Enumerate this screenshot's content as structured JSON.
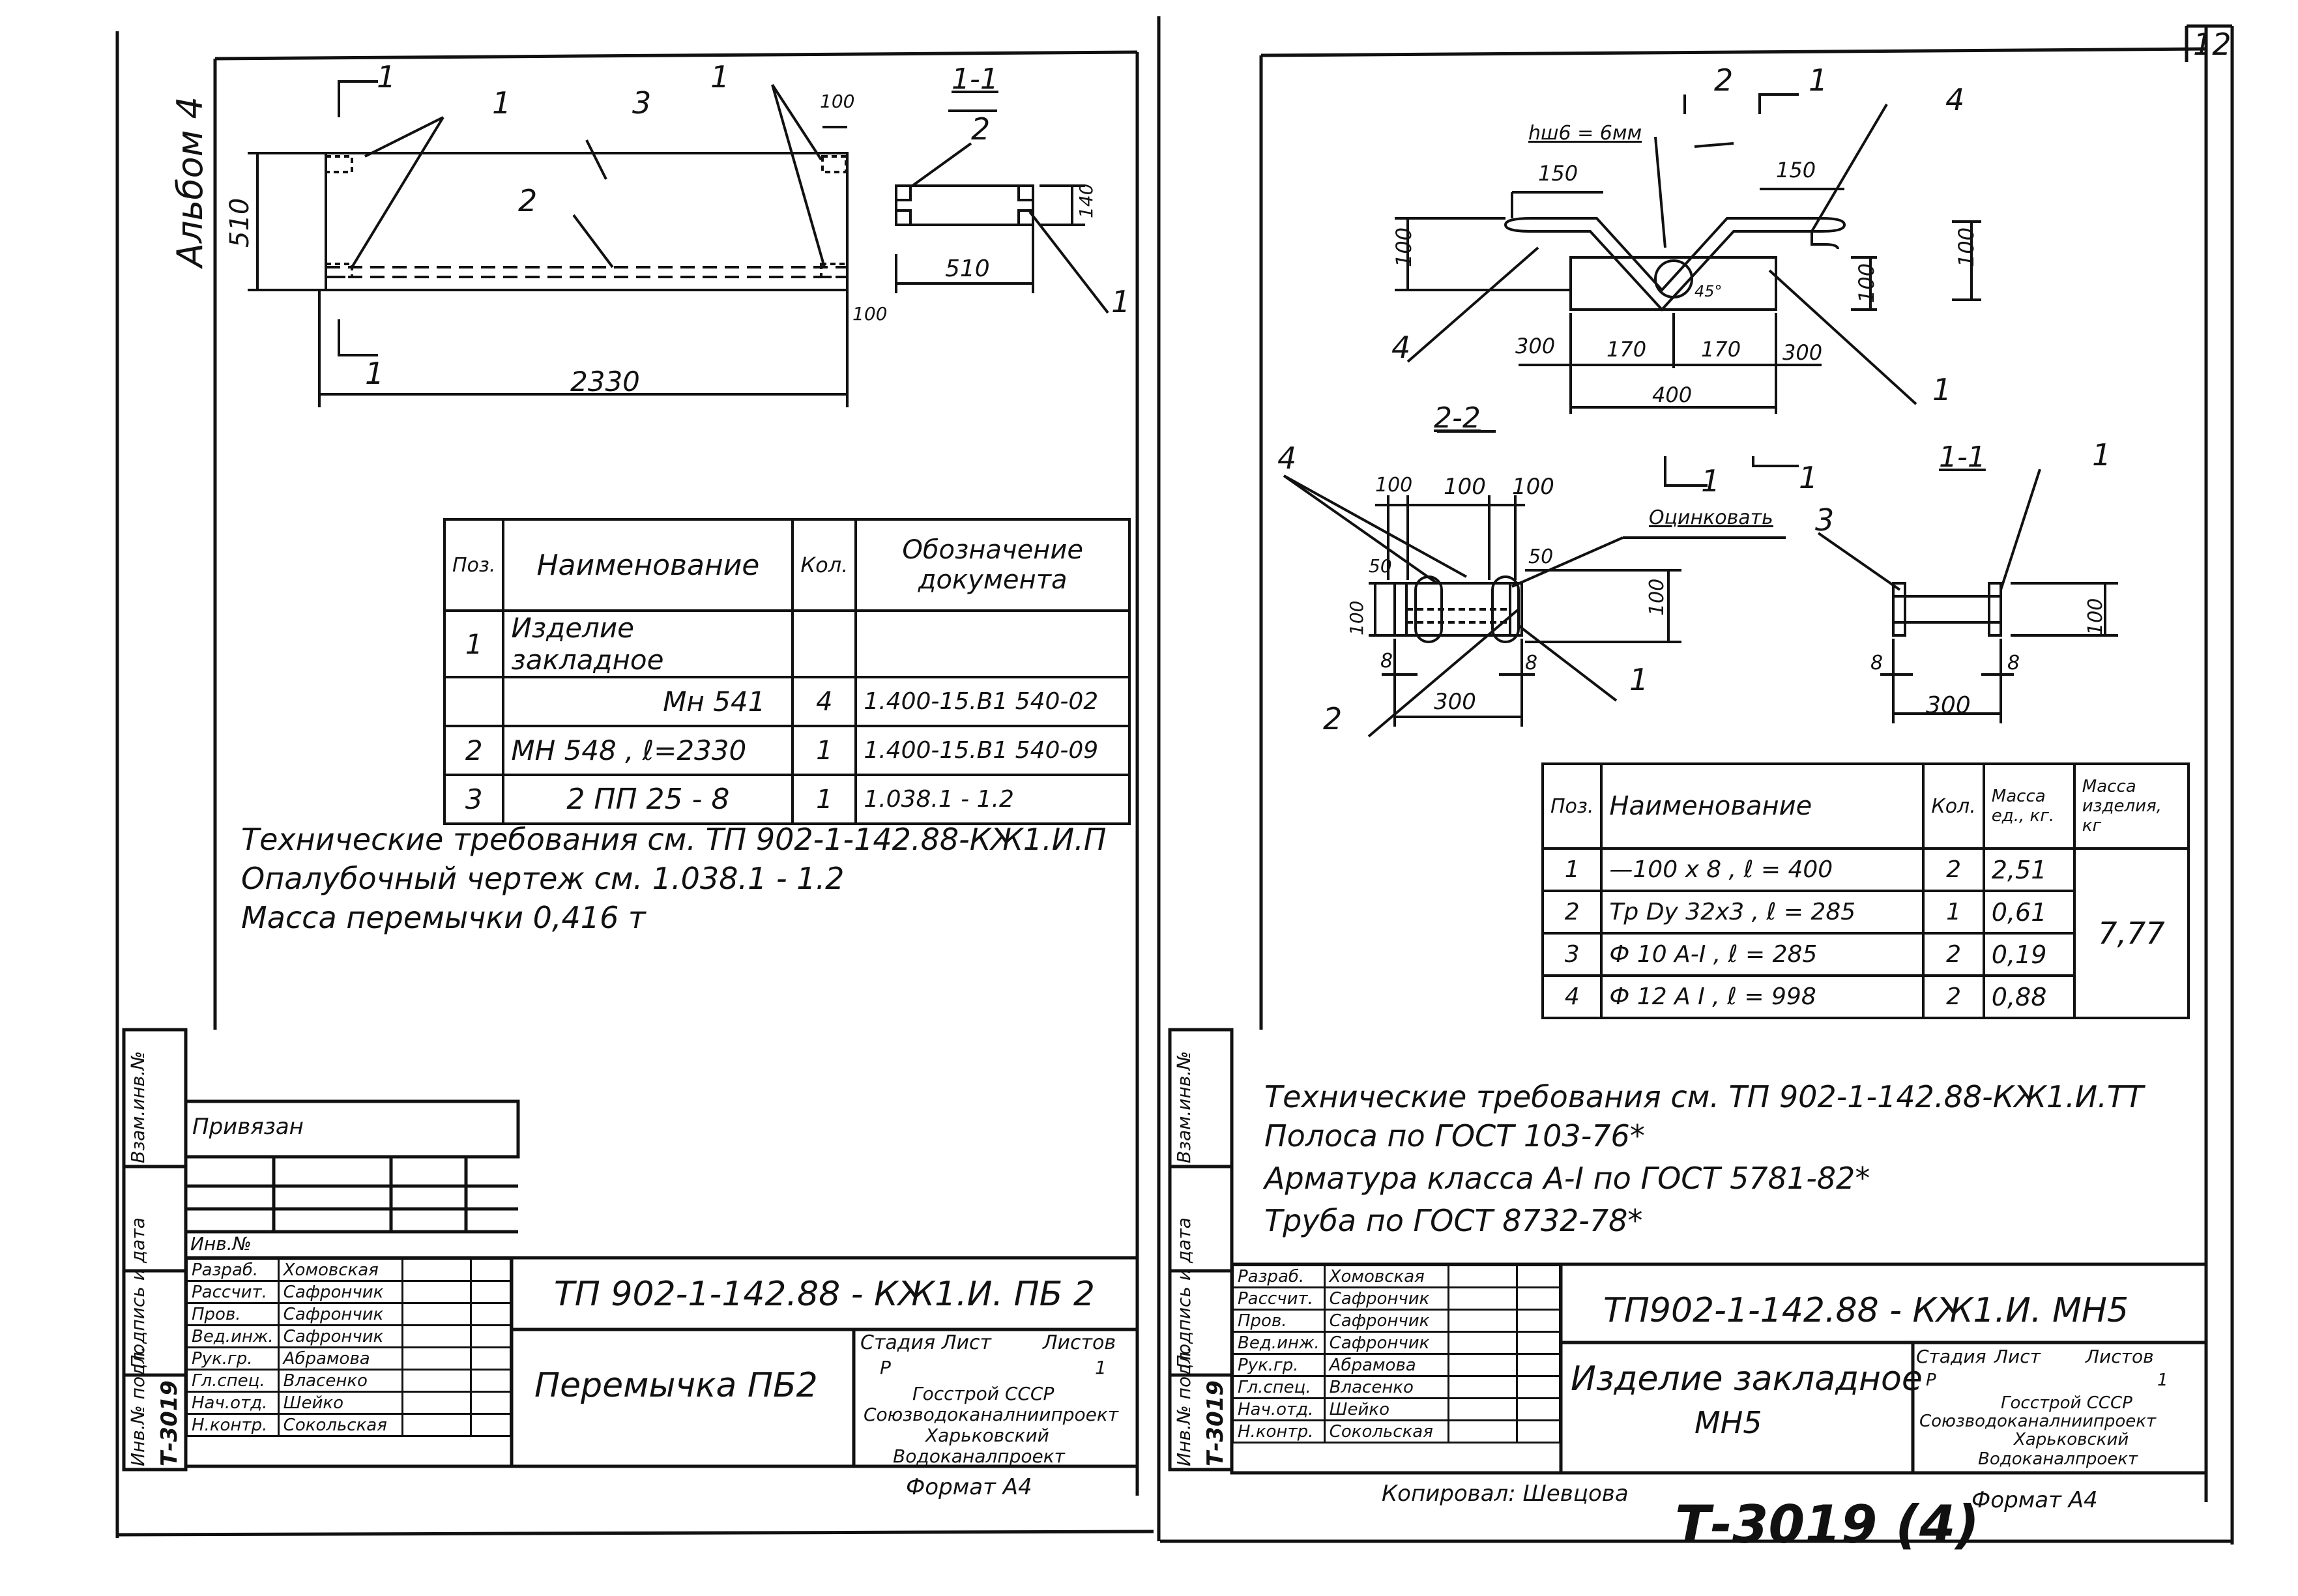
{
  "page_number": "12",
  "left": {
    "album": "Альбом 4",
    "labels": {
      "cut1a": "1",
      "cut1b": "1",
      "pos1a": "1",
      "pos1b": "1",
      "pos3": "3",
      "pos2": "2",
      "d510": "510",
      "d2330": "2330",
      "d100a": "100",
      "d100b": "100",
      "section": "1-1",
      "s_pos2": "2",
      "s_pos1": "1",
      "s_140": "140",
      "s_510": "510"
    },
    "spec": {
      "headers": [
        "Поз.",
        "Наименование",
        "Кол.",
        "Обозначение документа"
      ],
      "rows": [
        [
          "1",
          "Изделие закладное",
          "",
          ""
        ],
        [
          "",
          "Мн 541",
          "4",
          "1.400-15.В1 540-02"
        ],
        [
          "2",
          "МН 548 , ℓ=2330",
          "1",
          "1.400-15.В1 540-09"
        ],
        [
          "3",
          "2 ПП 25 - 8",
          "1",
          "1.038.1 - 1.2"
        ]
      ]
    },
    "notes": [
      "Технические требования см. ТП 902-1-142.88-КЖ1.И.П",
      "Опалубочный чертеж см. 1.038.1 - 1.2",
      "Масса перемычки 0,416 т"
    ],
    "privyazan": "Привязан",
    "side_labels": [
      "Взам.инв.№",
      "Подпись и дата",
      "Инв.№ подл.",
      "Т-3019"
    ],
    "inv_no": "Инв.№",
    "staff": [
      [
        "Разраб.",
        "Хомовская"
      ],
      [
        "Рассчит.",
        "Сафрончик"
      ],
      [
        "Пров.",
        "Сафрончик"
      ],
      [
        "Вед.инж.",
        "Сафрончик"
      ],
      [
        "Рук.гр.",
        "Абрамова"
      ],
      [
        "Гл.спец.",
        "Власенко"
      ],
      [
        "Нач.отд.",
        "Шейко"
      ],
      [
        "Н.контр.",
        "Сокольская"
      ]
    ],
    "code": "ТП 902-1-142.88  - КЖ1.И. ПБ 2",
    "title": "Перемычка ПБ2",
    "stage_headers": [
      "Стадия",
      "Лист",
      "Листов"
    ],
    "stage_values": [
      "Р",
      "",
      "1"
    ],
    "org": [
      "Госстрой СССР",
      "Союзводоканалниипроект",
      "Харьковский",
      "Водоканалпроект"
    ],
    "format": "Формат А4"
  },
  "right": {
    "labels": {
      "cut2": "2",
      "cut1": "1",
      "pos4a": "4",
      "pos4b": "4",
      "pos1a": "1",
      "pos1b": "1",
      "pos1c": "1",
      "pos1d": "1",
      "weld": "hш6 = 6мм",
      "d150a": "150",
      "d150b": "150",
      "d100a": "100",
      "d100b": "100",
      "d100c": "100",
      "d300a": "300",
      "d300b": "300",
      "d170a": "170",
      "d170b": "170",
      "d400": "400",
      "angle": "45°",
      "sec22": "2-2",
      "sec11": "1-1",
      "s_100a": "100",
      "s_100b": "100",
      "s_100c": "100",
      "s_50a": "50",
      "s_50b": "50",
      "s_100v": "100",
      "s_100w": "100",
      "s_8a": "8",
      "s_8b": "8",
      "s_300": "300",
      "zinc": "Оцинковать",
      "pos2": "2",
      "pos3": "3",
      "r_100": "100",
      "r_8a": "8",
      "r_8b": "8",
      "r_300": "300"
    },
    "spec": {
      "headers": [
        "Поз.",
        "Наименование",
        "Кол.",
        "Масса ед., кг.",
        "Масса изделия, кг"
      ],
      "rows": [
        [
          "1",
          "—100 x 8 , ℓ = 400",
          "2",
          "2,51"
        ],
        [
          "2",
          "Тр Dy 32x3 , ℓ = 285",
          "1",
          "0,61"
        ],
        [
          "3",
          "Ф 10 А-I , ℓ = 285",
          "2",
          "0,19"
        ],
        [
          "4",
          "Ф 12 А I , ℓ = 998",
          "2",
          "0,88"
        ]
      ],
      "total": "7,77"
    },
    "notes": [
      "Технические требования см. ТП 902-1-142.88-КЖ1.И.ТТ",
      "Полоса по ГОСТ 103-76*",
      "Арматура класса А-I по ГОСТ 5781-82*",
      "Труба по ГОСТ 8732-78*"
    ],
    "side_labels": [
      "Взам.инв.№",
      "Подпись и дата",
      "Инв.№ подл.",
      "Т-3019"
    ],
    "staff": [
      [
        "Разраб.",
        "Хомовская"
      ],
      [
        "Рассчит.",
        "Сафрончик"
      ],
      [
        "Пров.",
        "Сафрончик"
      ],
      [
        "Вед.инж.",
        "Сафрончик"
      ],
      [
        "Рук.гр.",
        "Абрамова"
      ],
      [
        "Гл.спец.",
        "Власенко"
      ],
      [
        "Нач.отд.",
        "Шейко"
      ],
      [
        "Н.контр.",
        "Сокольская"
      ]
    ],
    "code": "ТП902-1-142.88   - КЖ1.И. МН5",
    "title": [
      "Изделие закладное",
      "МН5"
    ],
    "stage_headers": [
      "Стадия",
      "Лист",
      "Листов"
    ],
    "stage_values": [
      "Р",
      "",
      "1"
    ],
    "org": [
      "Госстрой СССР",
      "Союзводоканалниипроект",
      "Харьковский",
      "Водоканалпроект"
    ],
    "format": "Формат А4",
    "copied": "Копировал: Шевцова",
    "archive": "Т-3019 (4)"
  }
}
